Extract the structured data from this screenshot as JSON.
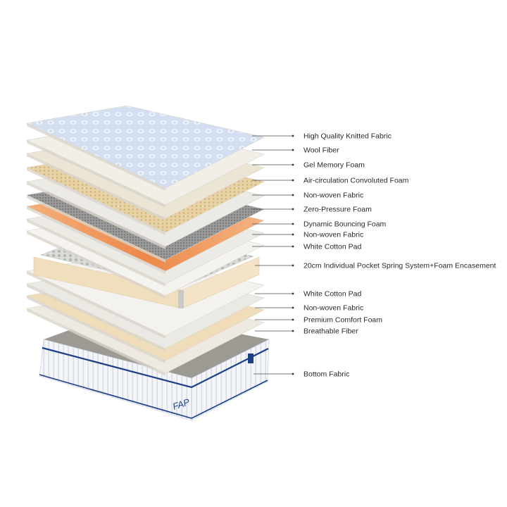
{
  "diagram": {
    "layers": [
      {
        "label": "High Quality Knitted Fabric",
        "color": "#cfdcef",
        "pattern": "quilt"
      },
      {
        "label": "Wool Fiber",
        "color": "#f2efe8",
        "pattern": "plain"
      },
      {
        "label": "Gel Memory Foam",
        "color": "#ece5d6",
        "pattern": "plain"
      },
      {
        "label": "Air-circulation Convoluted Foam",
        "color": "#e9d6ad",
        "pattern": "dots"
      },
      {
        "label": "Non-woven Fabric",
        "color": "#ebeae5",
        "pattern": "plain"
      },
      {
        "label": "Zero-Pressure Foam",
        "color": "#8f8f8f",
        "pattern": "grid"
      },
      {
        "label": "Dynamic Bouncing Foam",
        "color": "#ee9a5f",
        "pattern": "plain"
      },
      {
        "label": "Non-woven Fabric",
        "color": "#eceae4",
        "pattern": "plain"
      },
      {
        "label": "White Cotton Pad",
        "color": "#f4f3ef",
        "pattern": "plain"
      },
      {
        "label": "20cm Individual Pocket Spring System+Foam Encasement",
        "color": "#f1e2c2",
        "pattern": "spring"
      },
      {
        "label": "White Cotton Pad",
        "color": "#f3f2ee",
        "pattern": "plain"
      },
      {
        "label": "Non-woven Fabric",
        "color": "#ebe9e3",
        "pattern": "plain"
      },
      {
        "label": "Premium Comfort Foam",
        "color": "#efdcb8",
        "pattern": "plain"
      },
      {
        "label": "Breathable Fiber",
        "color": "#eeeae1",
        "pattern": "plain"
      },
      {
        "label": "Bottom Fabric",
        "color": "#f4f6fa",
        "pattern": "base"
      }
    ],
    "brand_logo": "FAP",
    "colors": {
      "base_trim": "#1d3f85",
      "leader": "#4a4a4a",
      "text": "#2a2a2a"
    }
  }
}
